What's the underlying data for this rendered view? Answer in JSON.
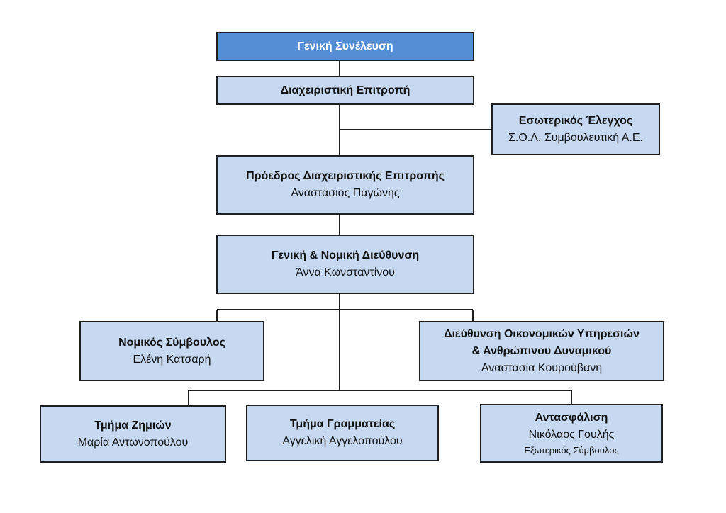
{
  "org": {
    "general_assembly": {
      "title": "Γενική Συνέλευση"
    },
    "management_committee": {
      "title": "Διαχειριστική Επιτροπή"
    },
    "internal_audit": {
      "title": "Εσωτερικός Έλεγχος",
      "person": "Σ.Ο.Λ. Συμβουλευτική Α.Ε."
    },
    "chairman": {
      "title": "Πρόεδρος Διαχειριστικής Επιτροπής",
      "person": "Αναστάσιος Παγώνης"
    },
    "general_legal_directorate": {
      "title": "Γενική & Νομική Διεύθυνση",
      "person": "Άννα Κωνσταντίνου"
    },
    "legal_advisor": {
      "title": "Νομικός Σύμβουλος",
      "person": "Ελένη Κατσαρή"
    },
    "finance_hr_directorate": {
      "title_line1": "Διεύθυνση Οικονομικών Υπηρεσιών",
      "title_line2": "& Ανθρώπινου Δυναμικού",
      "person": "Αναστασία Κουρούβανη"
    },
    "claims_department": {
      "title": "Τμήμα Ζημιών",
      "person": "Μαρία Αντωνοπούλου"
    },
    "secretariat_department": {
      "title": "Τμήμα Γραμματείας",
      "person": "Αγγελική Αγγελοπούλου"
    },
    "reinsurance": {
      "title": "Αντασφάλιση",
      "person": "Νικόλαος Γουλής",
      "note": "Εξωτερικός Σύμβουλος"
    }
  },
  "colors": {
    "top_box": "#558ed5",
    "box": "#c6d9f1",
    "border": "#1f1f1f"
  }
}
